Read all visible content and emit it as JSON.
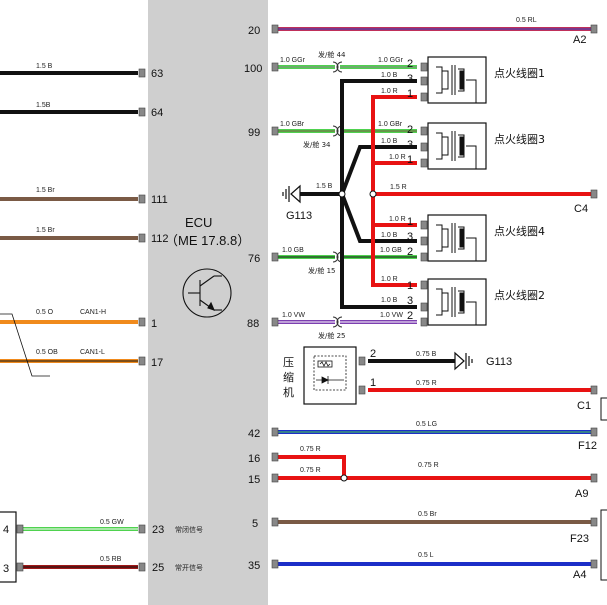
{
  "colors": {
    "ecu_band": "#cfcfcf",
    "black": "#111111",
    "brown": "#7a5a45",
    "orange": "#f08a1c",
    "green": "#4fd24f",
    "red": "#e81212",
    "purple": "#7c3fb0",
    "blue": "#1c2ec8",
    "dark_red": "#a01818",
    "pink_red": "#c0305a",
    "brown_orange": "#c08040"
  },
  "ecu": {
    "line1": "ECU",
    "line2": "（ME 17.8.8）"
  },
  "left_wires": [
    {
      "pin": "63",
      "label": "1.5 B"
    },
    {
      "pin": "64",
      "label": "1.5B"
    },
    {
      "pin": "111",
      "label": "1.5 Br"
    },
    {
      "pin": "112",
      "label": "1.5 Br"
    },
    {
      "pin": "1",
      "label": "0.5 O",
      "signal": "CAN1-H"
    },
    {
      "pin": "17",
      "label": "0.5 OB",
      "signal": "CAN1-L"
    },
    {
      "pin": "23",
      "label": "0.5 GW",
      "note": "常闭信号",
      "box_pin": "4"
    },
    {
      "pin": "25",
      "label": "0.5 RB",
      "note": "常开信号",
      "box_pin": "3"
    }
  ],
  "right_wires": {
    "w20": {
      "pin": "20",
      "label": "0.5 RL",
      "end": "A2"
    },
    "w100": {
      "pin": "100",
      "label": "1.0 GGr",
      "splice": "发/舱 44",
      "label2": "1.0 GGr"
    },
    "w99": {
      "pin": "99",
      "label": "1.0 GBr",
      "splice": "发/舱 34",
      "label2": "1.0 GBr"
    },
    "w76": {
      "pin": "76",
      "label": "1.0 GB",
      "splice": "发/舱 15",
      "label2": "1.0 GB"
    },
    "w88": {
      "pin": "88",
      "label": "1.0 VW",
      "splice": "发/舱 25",
      "label2": "1.0 VW"
    },
    "c4": {
      "label": "1.5 R",
      "end": "C4"
    },
    "ground_top": {
      "label": "1.5 B",
      "name": "G113"
    },
    "comp_2": {
      "pin": "2",
      "label": "0.75 B",
      "name": "G113"
    },
    "comp_1": {
      "pin": "1",
      "label": "0.75 R",
      "end": "C1"
    },
    "w42": {
      "pin": "42",
      "label": "0.5 LG",
      "end": "F12"
    },
    "w16": {
      "pin": "16",
      "label": "0.75 R"
    },
    "w15": {
      "pin": "15",
      "label": "0.75 R",
      "label2": "0.75 R",
      "end": "A9"
    },
    "w5": {
      "pin": "5",
      "label": "0.5 Br",
      "end": "F23"
    },
    "w35": {
      "pin": "35",
      "label": "0.5 L",
      "end": "A4"
    }
  },
  "coils": [
    {
      "name": "点火线圈1",
      "pins": [
        "2",
        "3",
        "1"
      ],
      "labels": [
        "1.0 B",
        "1.0 R"
      ]
    },
    {
      "name": "点火线圈3",
      "pins": [
        "2",
        "3",
        "1"
      ],
      "labels": [
        "1.0 B",
        "1.0 R"
      ]
    },
    {
      "name": "点火线圈4",
      "pins": [
        "1",
        "3",
        "2"
      ],
      "labels": [
        "1.0 R",
        "1.0 B"
      ]
    },
    {
      "name": "点火线圈2",
      "pins": [
        "1",
        "3",
        "2"
      ],
      "labels": [
        "1.0 R",
        "1.0 B"
      ]
    }
  ],
  "compressor": {
    "name": "压\n缩\n机",
    "n1": "压",
    "n2": "缩",
    "n3": "机"
  }
}
